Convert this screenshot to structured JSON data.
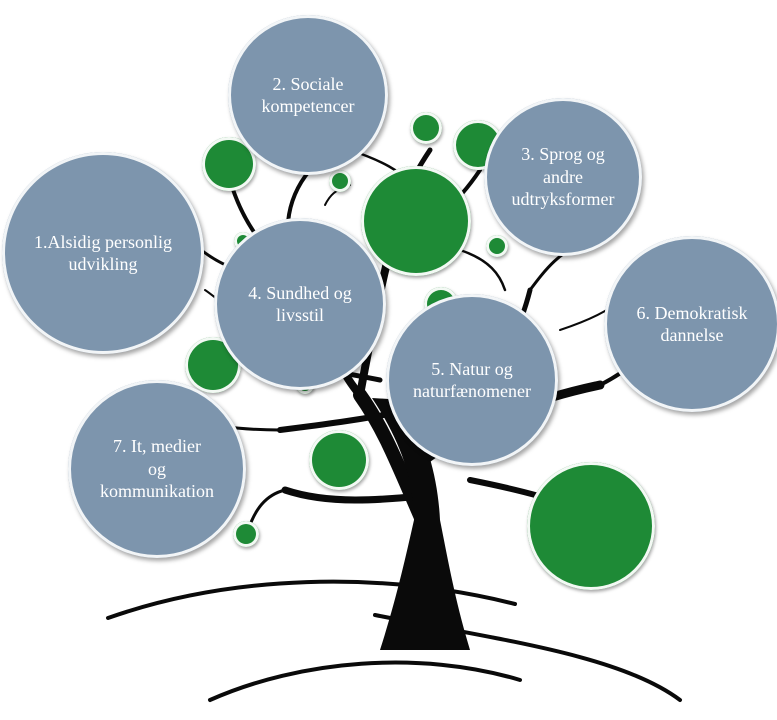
{
  "diagram": {
    "bubbles": [
      {
        "id": "b1",
        "text": "1.Alsidig personlig\nudvikling"
      },
      {
        "id": "b2",
        "text": "2. Sociale\nkompetencer"
      },
      {
        "id": "b3",
        "text": "3. Sprog og\nandre\nudtryksformer"
      },
      {
        "id": "b4",
        "text": "4. Sundhed og\nlivsstil"
      },
      {
        "id": "b5",
        "text": "5. Natur og\nnaturfænomener"
      },
      {
        "id": "b6",
        "text": "6. Demokratisk\ndannelse"
      },
      {
        "id": "b7",
        "text": "7. It, medier\nog\nkommunikation"
      }
    ],
    "colors": {
      "bubble": "#7d95ad",
      "leaf": "#1e8a36",
      "trunk": "#0a0a0a"
    },
    "icons": [
      "tree-trunk-icon",
      "ground-icon"
    ]
  }
}
